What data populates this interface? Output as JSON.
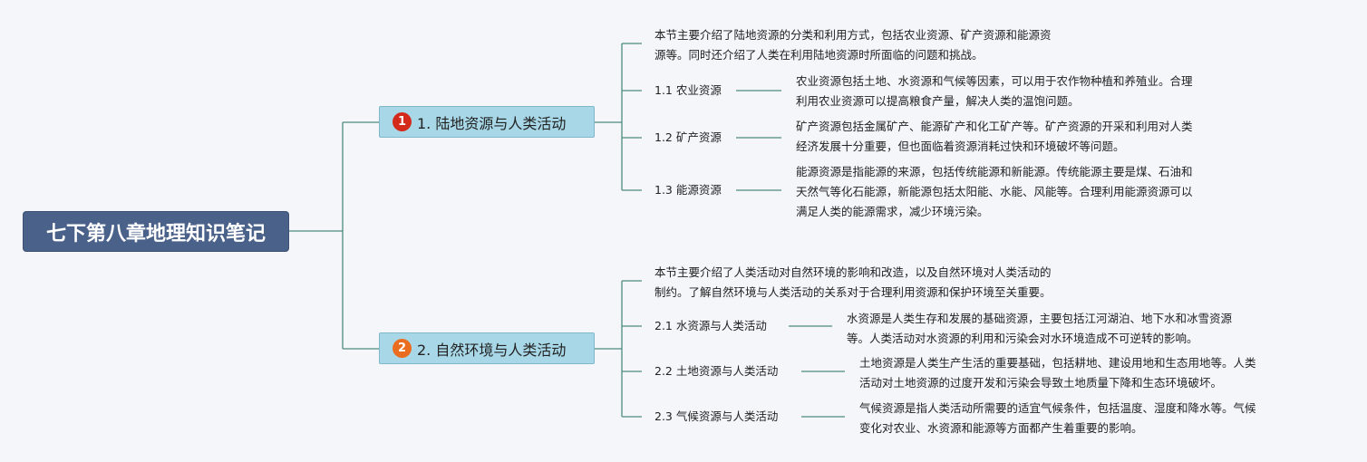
{
  "root": {
    "title": "七下第八章地理知识笔记"
  },
  "branches": [
    {
      "number": "1",
      "title": "1. 陆地资源与人类活动",
      "summary": [
        "本节主要介绍了陆地资源的分类和利用方式，包括农业资源、矿产资源和能源资",
        "源等。同时还介绍了人类在利用陆地资源时所面临的问题和挑战。"
      ],
      "children": [
        {
          "label": "1.1 农业资源",
          "desc": [
            "农业资源包括土地、水资源和气候等因素，可以用于农作物种植和养殖业。合理",
            "利用农业资源可以提高粮食产量，解决人类的温饱问题。"
          ]
        },
        {
          "label": "1.2 矿产资源",
          "desc": [
            "矿产资源包括金属矿产、能源矿产和化工矿产等。矿产资源的开采和利用对人类",
            "经济发展十分重要，但也面临着资源消耗过快和环境破坏等问题。"
          ]
        },
        {
          "label": "1.3 能源资源",
          "desc": [
            "能源资源是指能源的来源，包括传统能源和新能源。传统能源主要是煤、石油和",
            "天然气等化石能源，新能源包括太阳能、水能、风能等。合理利用能源资源可以",
            "满足人类的能源需求，减少环境污染。"
          ]
        }
      ]
    },
    {
      "number": "2",
      "title": "2. 自然环境与人类活动",
      "summary": [
        "本节主要介绍了人类活动对自然环境的影响和改造，以及自然环境对人类活动的",
        "制约。了解自然环境与人类活动的关系对于合理利用资源和保护环境至关重要。"
      ],
      "children": [
        {
          "label": "2.1 水资源与人类活动",
          "desc": [
            "水资源是人类生存和发展的基础资源，主要包括江河湖泊、地下水和冰雪资源",
            "等。人类活动对水资源的利用和污染会对水环境造成不可逆转的影响。"
          ]
        },
        {
          "label": "2.2 土地资源与人类活动",
          "desc": [
            "土地资源是人类生产生活的重要基础，包括耕地、建设用地和生态用地等。人类",
            "活动对土地资源的过度开发和污染会导致土地质量下降和生态环境破坏。"
          ]
        },
        {
          "label": "2.3 气候资源与人类活动",
          "desc": [
            "气候资源是指人类活动所需要的适宜气候条件，包括温度、湿度和降水等。气候",
            "变化对农业、水资源和能源等方面都产生着重要的影响。"
          ]
        }
      ]
    }
  ],
  "colors": {
    "root_bg": "#4a6189",
    "branch_bg": "#a8d8e8",
    "link": "#4e8a80",
    "badge_1": "#d42a1c",
    "badge_2": "#ea6c1e"
  }
}
